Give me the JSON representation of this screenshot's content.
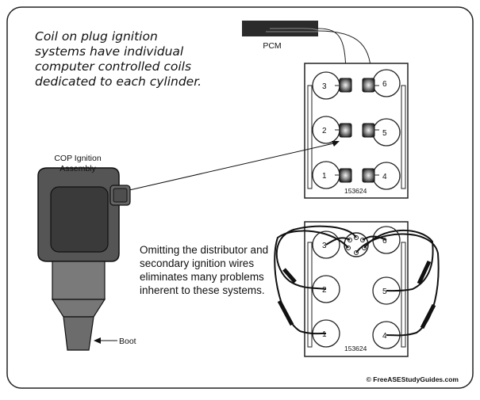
{
  "intro_text": "Coil on plug ignition systems have individual computer controlled coils dedicated to each cylinder.",
  "pcm_label": "PCM",
  "cop_label_line1": "COP Ignition",
  "cop_label_line2": "Assembly",
  "boot_label": "Boot",
  "omit_text": "Omitting the distributor and secondary ignition wires eliminates many problems inherent to these systems.",
  "firing_order": "153624",
  "credit": "© FreeASEStudyGuides.com",
  "cylinders": {
    "top": [
      "3",
      "6",
      "2",
      "5",
      "1",
      "4"
    ],
    "bottom": [
      "3",
      "6",
      "2",
      "5",
      "1",
      "4"
    ]
  }
}
